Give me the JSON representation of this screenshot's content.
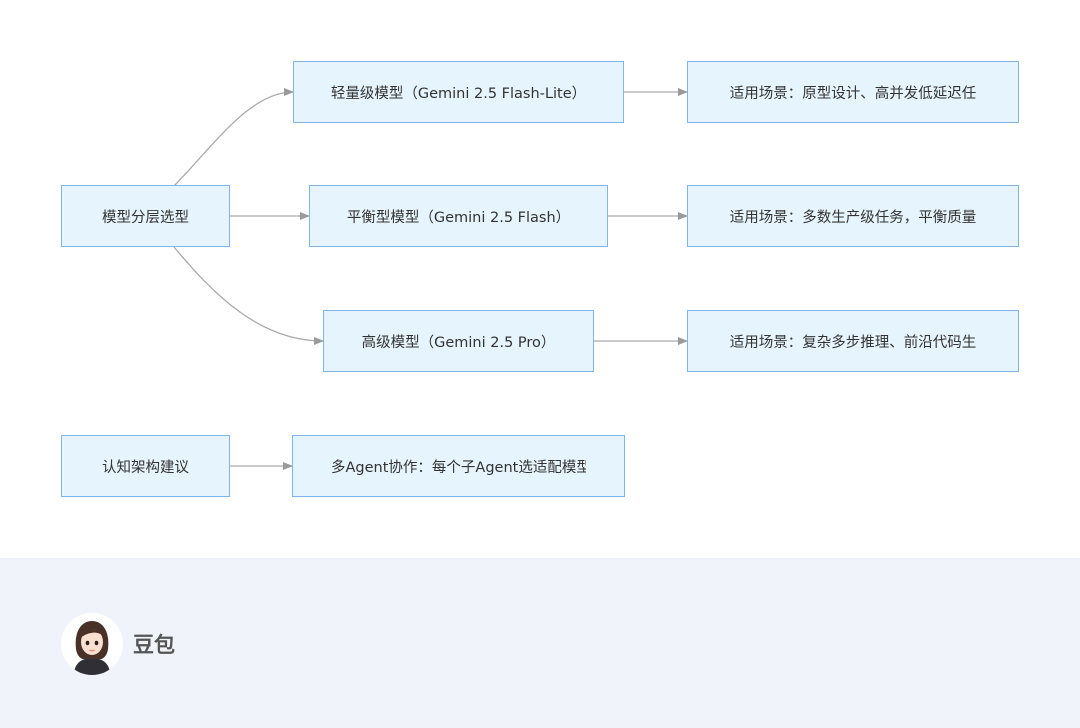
{
  "diagram": {
    "root": "模型分层选型",
    "tiers": [
      {
        "model": "轻量级模型（Gemini 2.5 Flash-Lite）",
        "scenario": "适用场景：原型设计、高并发低延迟任"
      },
      {
        "model": "平衡型模型（Gemini 2.5 Flash）",
        "scenario": "适用场景：多数生产级任务，平衡质量"
      },
      {
        "model": "高级模型（Gemini 2.5 Pro）",
        "scenario": "适用场景：复杂多步推理、前沿代码生"
      }
    ],
    "suggestion": {
      "title": "认知架构建议",
      "detail": "多Agent协作：每个子Agent选适配模型"
    },
    "colors": {
      "node_fill": "#e6f4fd",
      "node_border": "#7fb5ec",
      "edge": "#aaaaaa"
    }
  },
  "footer": {
    "assistant_name": "豆包",
    "avatar_icon": "female-avatar-icon"
  }
}
